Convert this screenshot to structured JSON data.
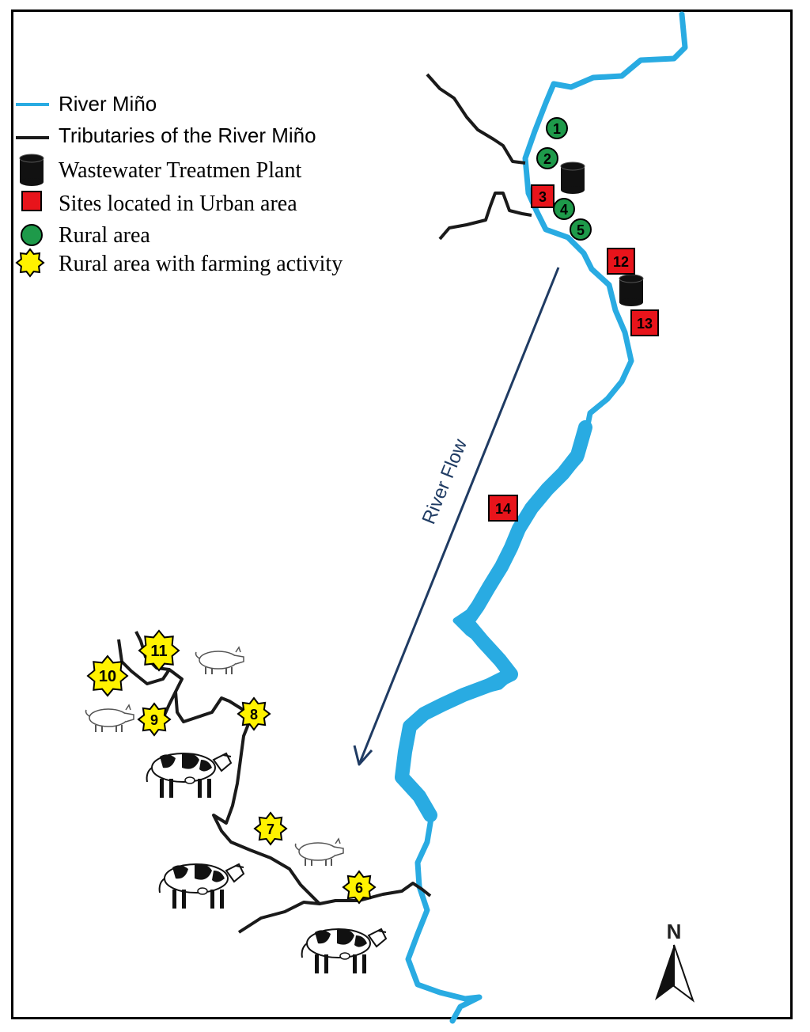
{
  "legend": {
    "river": "River Miño",
    "tributaries": "Tributaries of the River Miño",
    "wwtp": "Wastewater Treatmen Plant",
    "urban": "Sites located in Urban area",
    "rural": "Rural area",
    "farming": "Rural area with farming activity"
  },
  "flow_label": "River Flow",
  "north_label": "N",
  "colors": {
    "river": "#29abe2",
    "tributary": "#1a1a1a",
    "urban": "#e8141b",
    "rural": "#1e9a4a",
    "farming": "#fff200",
    "flow_arrow": "#1f3b63"
  },
  "sites": {
    "rural": [
      "1",
      "2",
      "4",
      "5"
    ],
    "urban": [
      "3",
      "12",
      "13",
      "14"
    ],
    "farming": [
      "6",
      "7",
      "8",
      "9",
      "10",
      "11"
    ]
  }
}
